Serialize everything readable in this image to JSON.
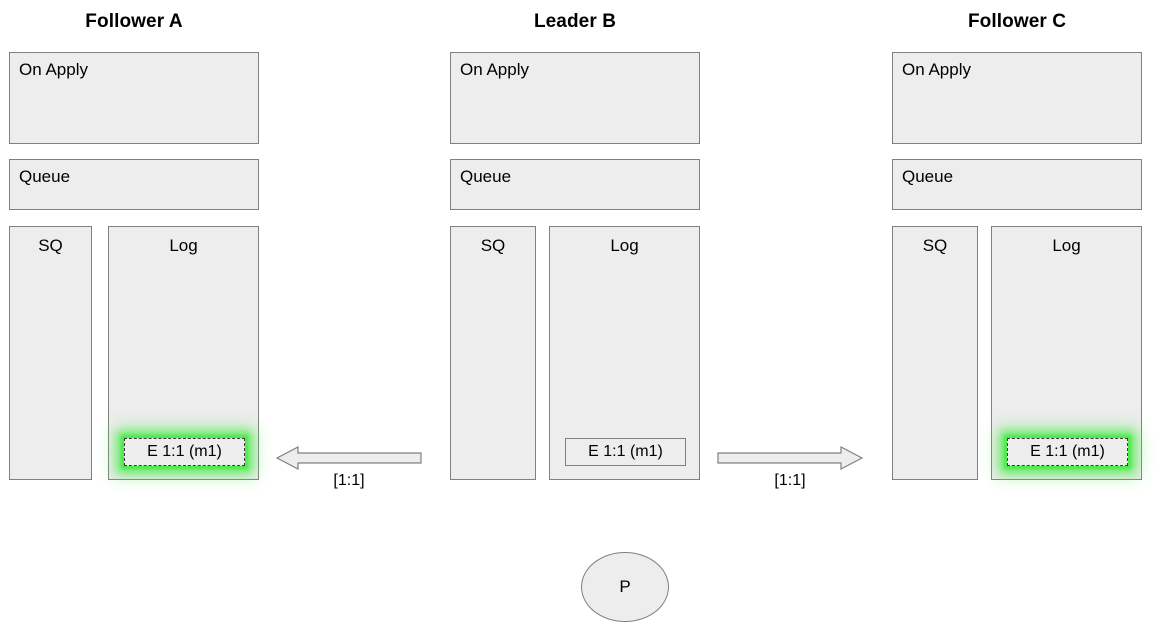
{
  "diagram": {
    "title_bar_absent": true,
    "nodes": [
      {
        "id": "follower-a",
        "title": "Follower A",
        "on_apply_label": "On Apply",
        "queue_label": "Queue",
        "sq_label": "SQ",
        "log_label": "Log",
        "log_entries": [
          {
            "text": "E 1:1 (m1)",
            "highlighted": true
          }
        ]
      },
      {
        "id": "leader-b",
        "title": "Leader B",
        "on_apply_label": "On Apply",
        "queue_label": "Queue",
        "sq_label": "SQ",
        "log_label": "Log",
        "log_entries": [
          {
            "text": "E 1:1 (m1)",
            "highlighted": false
          }
        ]
      },
      {
        "id": "follower-c",
        "title": "Follower C",
        "on_apply_label": "On Apply",
        "queue_label": "Queue",
        "sq_label": "SQ",
        "log_label": "Log",
        "log_entries": [
          {
            "text": "E 1:1 (m1)",
            "highlighted": true
          }
        ]
      }
    ],
    "arrows": [
      {
        "id": "leader-to-follower-a",
        "direction": "left",
        "label": "[1:1]"
      },
      {
        "id": "leader-to-follower-c",
        "direction": "right",
        "label": "[1:1]"
      }
    ],
    "client": {
      "label": "P"
    },
    "colors": {
      "box_fill": "#ededed",
      "box_border": "#808080",
      "highlight_glow": "#4bea4b",
      "text": "#000000",
      "background": "#ffffff"
    }
  }
}
